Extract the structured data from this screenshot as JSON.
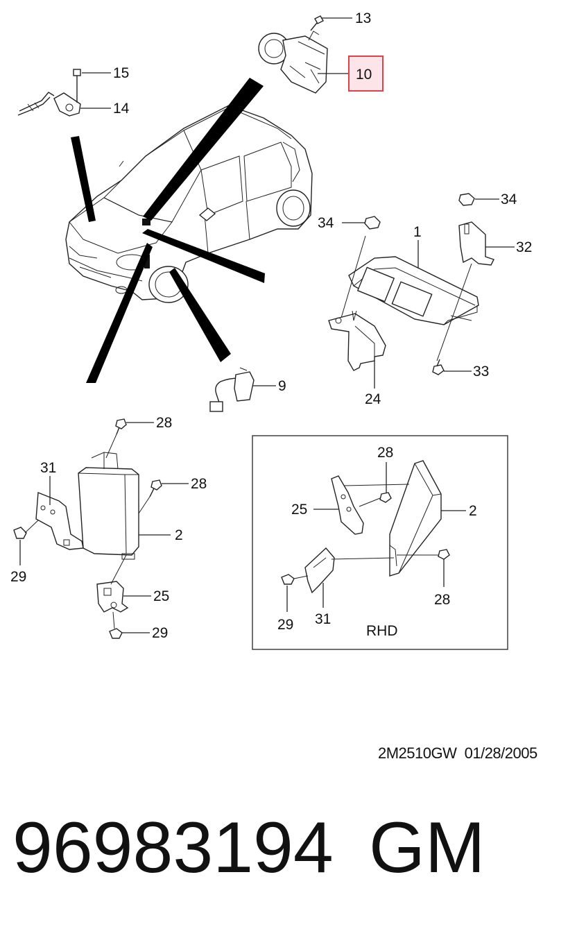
{
  "callouts": {
    "c13": "13",
    "c10": "10",
    "c15": "15",
    "c14": "14",
    "c34a": "34",
    "c34b": "34",
    "c1": "1",
    "c32": "32",
    "c33": "33",
    "c24": "24",
    "c9": "9",
    "c28a": "28",
    "c28b": "28",
    "c31a": "31",
    "c2a": "2",
    "c29a": "29",
    "c25a": "25",
    "c29b": "29",
    "c28c": "28",
    "c25b": "25",
    "c2b": "2",
    "c28d": "28",
    "c29c": "29",
    "c31b": "31"
  },
  "highlight": {
    "part": "10",
    "color": "#e0404a",
    "fill": "#fde4e8"
  },
  "rhd_label": "RHD",
  "doc_code": "2M2510GW  01/28/2005",
  "part_number": "96983194",
  "brand": "GM"
}
